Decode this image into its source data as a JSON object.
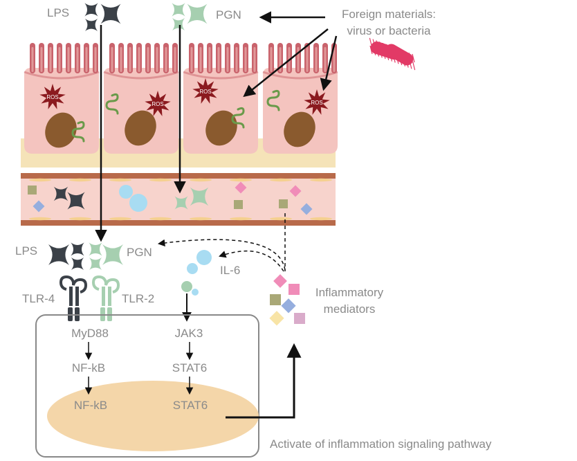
{
  "labels": {
    "lps_top": "LPS",
    "pgn_top": "PGN",
    "foreign_line1": "Foreign materials:",
    "foreign_line2": "virus or bacteria",
    "ros": "ROS",
    "lps_mid": "LPS",
    "pgn_mid": "PGN",
    "il6": "IL-6",
    "tlr4": "TLR-4",
    "tlr2": "TLR-2",
    "myd88": "MyD88",
    "nfkb_cyto": "NF-kB",
    "nfkb_nuc": "NF-kB",
    "jak3": "JAK3",
    "stat6_cyto": "STAT6",
    "stat6_nuc": "STAT6",
    "inflam_line1": "Inflammatory",
    "inflam_line2": "mediators",
    "caption": "Activate of inflammation signaling pathway"
  },
  "colors": {
    "lps": "#3b4148",
    "pgn": "#a6cfb0",
    "il6": "#a8dcf2",
    "ros": "#8b1a1f",
    "bacteria": "#e23a66",
    "cell_body": "#f4c4bf",
    "cell_dark": "#c9636c",
    "nucleus": "#8a5a2e",
    "basement": "#f5e3b8",
    "vessel_wall": "#b86a4a",
    "vessel_inner": "#f7d3cc",
    "nucleus_region": "#f4d6a9",
    "pink_mediator": "#f08cb8",
    "olive_mediator": "#a9a877",
    "blue_mediator": "#95aede",
    "yellow_mediator": "#f8e4a6",
    "mauve_mediator": "#d9abca"
  }
}
